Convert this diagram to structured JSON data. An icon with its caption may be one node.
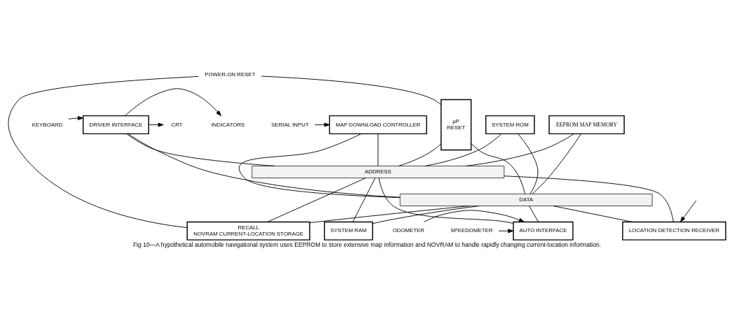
{
  "diagram": {
    "caption": "Fig 10—A hypothetical automobile navigational system uses EEPROM to store extensive map information and NOVRAM to handle rapidly changing current-location information.",
    "nodes": [
      {
        "text": [
          "µP",
          "RESET"
        ]
      },
      {
        "text": [
          "SYSTEM ROM"
        ]
      },
      {
        "text": [
          "EEPROM MAP MEMORY"
        ]
      },
      {
        "text": [
          "DRIVER INTERFACE"
        ]
      },
      {
        "text": [
          "ADDRESS"
        ]
      },
      {
        "text": [
          "DATA"
        ]
      },
      {
        "text": [
          "MAP DOWNLOAD CONTROLLER"
        ]
      },
      {
        "text": [
          "POWER-ON RESET"
        ]
      },
      {
        "text": [
          "RECALL",
          "NOVRAM CURRENT-LOCATION STORAGE"
        ]
      },
      {
        "text": [
          "SYSTEM RAM"
        ]
      },
      {
        "text": [
          "LOCATION DETECTION RECEIVER"
        ]
      },
      {
        "text": [
          "AUTO INTERFACE"
        ]
      },
      {
        "text": [
          "KEYBOARD"
        ]
      },
      {
        "text": [
          "CRT"
        ]
      },
      {
        "text": [
          "INDICATORS"
        ]
      },
      {
        "text": [
          "SERIAL INPUT"
        ]
      },
      {
        "text": [
          "ODOMETER"
        ]
      },
      {
        "text": [
          "SPEEDOMETER"
        ]
      }
    ],
    "edges": [
      {
        "from": 0,
        "to": 4,
        "arrow": "none"
      },
      {
        "from": 0,
        "to": 5,
        "arrow": "none"
      },
      {
        "from": 1,
        "to": 4,
        "arrow": "none"
      },
      {
        "from": 1,
        "to": 5,
        "arrow": "none"
      },
      {
        "from": 2,
        "to": 4,
        "arrow": "none"
      },
      {
        "from": 2,
        "to": 5,
        "arrow": "none"
      },
      {
        "from": 3,
        "to": 4,
        "arrow": "none"
      },
      {
        "from": 3,
        "to": 5,
        "arrow": "none"
      },
      {
        "from": 6,
        "to": 4,
        "arrow": "none"
      },
      {
        "from": 6,
        "to": 5,
        "arrow": "none"
      },
      {
        "from": 7,
        "to": 0,
        "arrow": "none"
      },
      {
        "from": 7,
        "to": 8,
        "arrow": "none"
      },
      {
        "from": 8,
        "to": 4,
        "arrow": "none"
      },
      {
        "from": 8,
        "to": 5,
        "arrow": "none"
      },
      {
        "from": 9,
        "to": 4,
        "arrow": "none"
      },
      {
        "from": 9,
        "to": 5,
        "arrow": "none"
      },
      {
        "from": 10,
        "to": 4,
        "arrow": "none"
      },
      {
        "from": 10,
        "to": 5,
        "arrow": "none"
      },
      {
        "from": 11,
        "to": 4,
        "arrow": "none"
      },
      {
        "from": 11,
        "to": 5,
        "arrow": "none"
      },
      {
        "from": 12,
        "to": 3,
        "arrow": "to"
      },
      {
        "from": 3,
        "to": 13,
        "arrow": "to"
      },
      {
        "from": 3,
        "to": 14,
        "arrow": "to"
      },
      {
        "from": 15,
        "to": 6,
        "arrow": "to"
      },
      {
        "from": 16,
        "to": 11,
        "arrow": "to"
      },
      {
        "from": 17,
        "to": 11,
        "arrow": "to"
      },
      {
        "from": null,
        "to": 10,
        "arrow": "to"
      }
    ]
  }
}
